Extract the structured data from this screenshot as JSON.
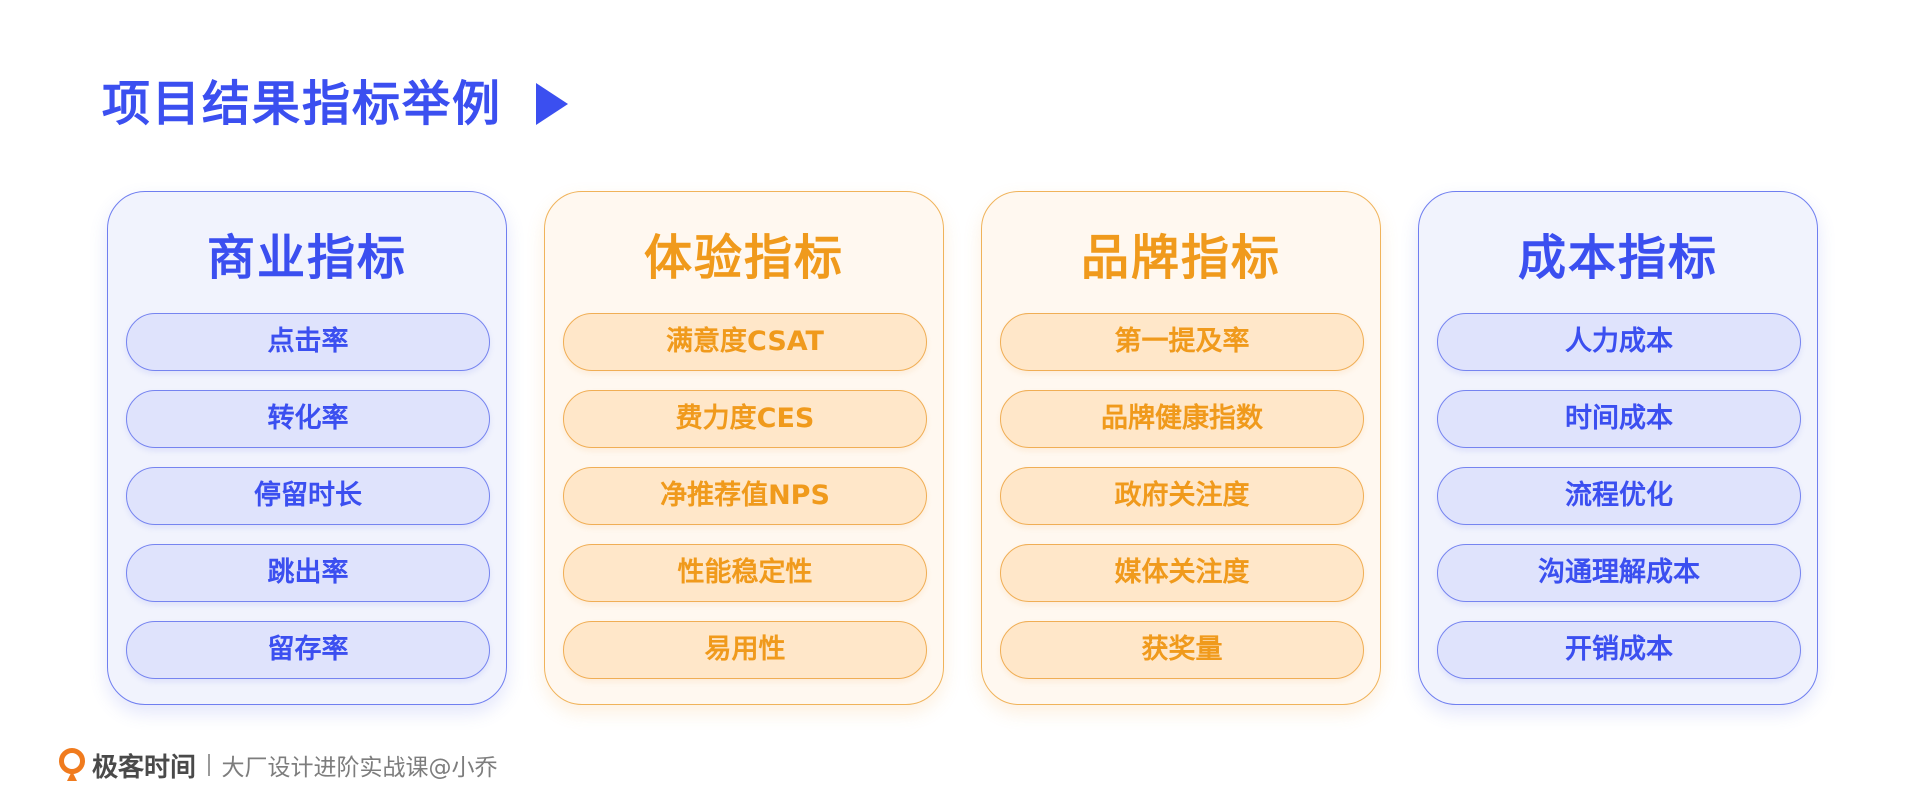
{
  "page": {
    "title": "项目结果指标举例"
  },
  "cards": [
    {
      "theme": "blue",
      "title": "商业指标",
      "items": [
        "点击率",
        "转化率",
        "停留时长",
        "跳出率",
        "留存率"
      ]
    },
    {
      "theme": "orange",
      "title": "体验指标",
      "items": [
        "满意度CSAT",
        "费力度CES",
        "净推荐值NPS",
        "性能稳定性",
        "易用性"
      ]
    },
    {
      "theme": "orange",
      "title": "品牌指标",
      "items": [
        "第一提及率",
        "品牌健康指数",
        "政府关注度",
        "媒体关注度",
        "获奖量"
      ]
    },
    {
      "theme": "blue",
      "title": "成本指标",
      "items": [
        "人力成本",
        "时间成本",
        "流程优化",
        "沟通理解成本",
        "开销成本"
      ]
    }
  ],
  "footer": {
    "brand": "极客时间",
    "credit": "大厂设计进阶实战课@小乔",
    "logo_icon": "geek-time-logo-icon"
  },
  "colors": {
    "blue_accent": "#3b4ff0",
    "orange_accent": "#f09a1c",
    "logo_orange": "#f07b1e"
  }
}
